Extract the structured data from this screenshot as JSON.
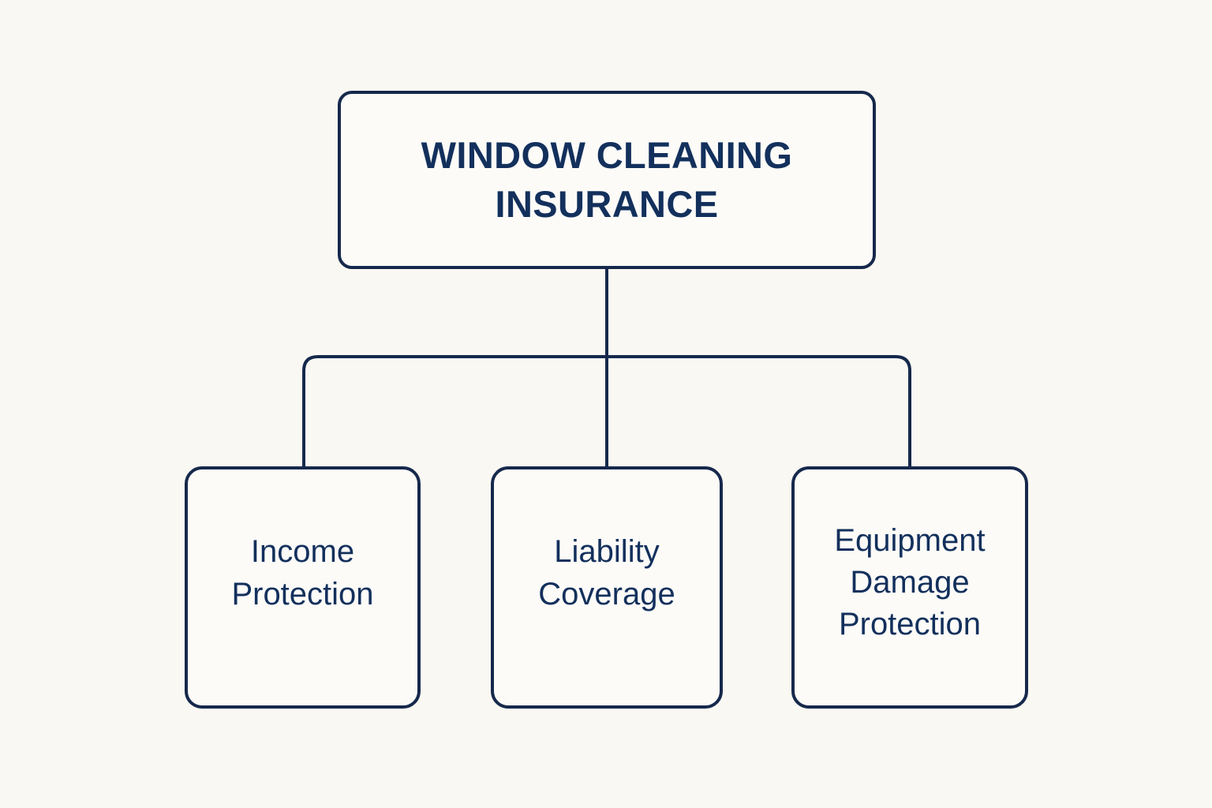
{
  "diagram": {
    "type": "org-chart-tree",
    "background_color": "#faf8f2",
    "node_fill_color": "#fcfbf8",
    "stroke_color": "#16294c",
    "text_color": "#13305c",
    "root": {
      "label": "WINDOW CLEANING INSURANCE",
      "line1": "WINDOW CLEANING",
      "line2": "INSURANCE"
    },
    "children": [
      {
        "label": "Income\nProtection",
        "line1": "Income",
        "line2": "Protection"
      },
      {
        "label": "Liability\nCoverage",
        "line1": "Liability",
        "line2": "Coverage"
      },
      {
        "label": "Equipment\nDamage\nProtection",
        "line1": "Equipment",
        "line2": "Damage",
        "line3": "Protection"
      }
    ],
    "connectors": {
      "style": "orthogonal-rounded",
      "stroke_width": 4,
      "description": "Vertical stem from root bottom down to horizontal bus, bus spans left and right children, center child connects straight through"
    }
  }
}
